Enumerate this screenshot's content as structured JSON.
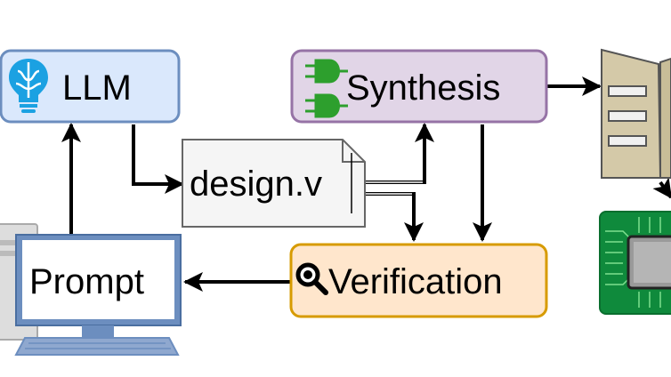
{
  "nodes": {
    "llm": {
      "label": "LLM",
      "icon": "brain-bulb-icon",
      "fill": "#dae8fc",
      "stroke": "#6c8ebf"
    },
    "synthesis": {
      "label": "Synthesis",
      "icon": "logic-gates-icon",
      "fill": "#e1d5e7",
      "stroke": "#9673a6"
    },
    "design_file": {
      "label": "design.v",
      "icon": "document-icon",
      "fill": "#f5f5f5",
      "stroke": "#666666"
    },
    "prompt": {
      "label": "Prompt",
      "icon": "computer-icon",
      "fill": "#ffffff",
      "stroke": "#6c8ebf"
    },
    "verification": {
      "label": "Verification",
      "icon": "magnifier-icon",
      "fill": "#ffe6cc",
      "stroke": "#d79b00"
    },
    "factory": {
      "icon": "factory-icon",
      "fill": "#d4c9a8"
    },
    "chip": {
      "icon": "microchip-icon",
      "fill": "#0f8a3c"
    }
  },
  "edges": [
    {
      "from": "prompt",
      "to": "llm"
    },
    {
      "from": "llm",
      "to": "design_file"
    },
    {
      "from": "design_file",
      "to": "synthesis"
    },
    {
      "from": "design_file",
      "to": "verification"
    },
    {
      "from": "synthesis",
      "to": "verification"
    },
    {
      "from": "verification",
      "to": "prompt"
    },
    {
      "from": "synthesis",
      "to": "factory"
    },
    {
      "from": "factory",
      "to": "chip"
    }
  ]
}
